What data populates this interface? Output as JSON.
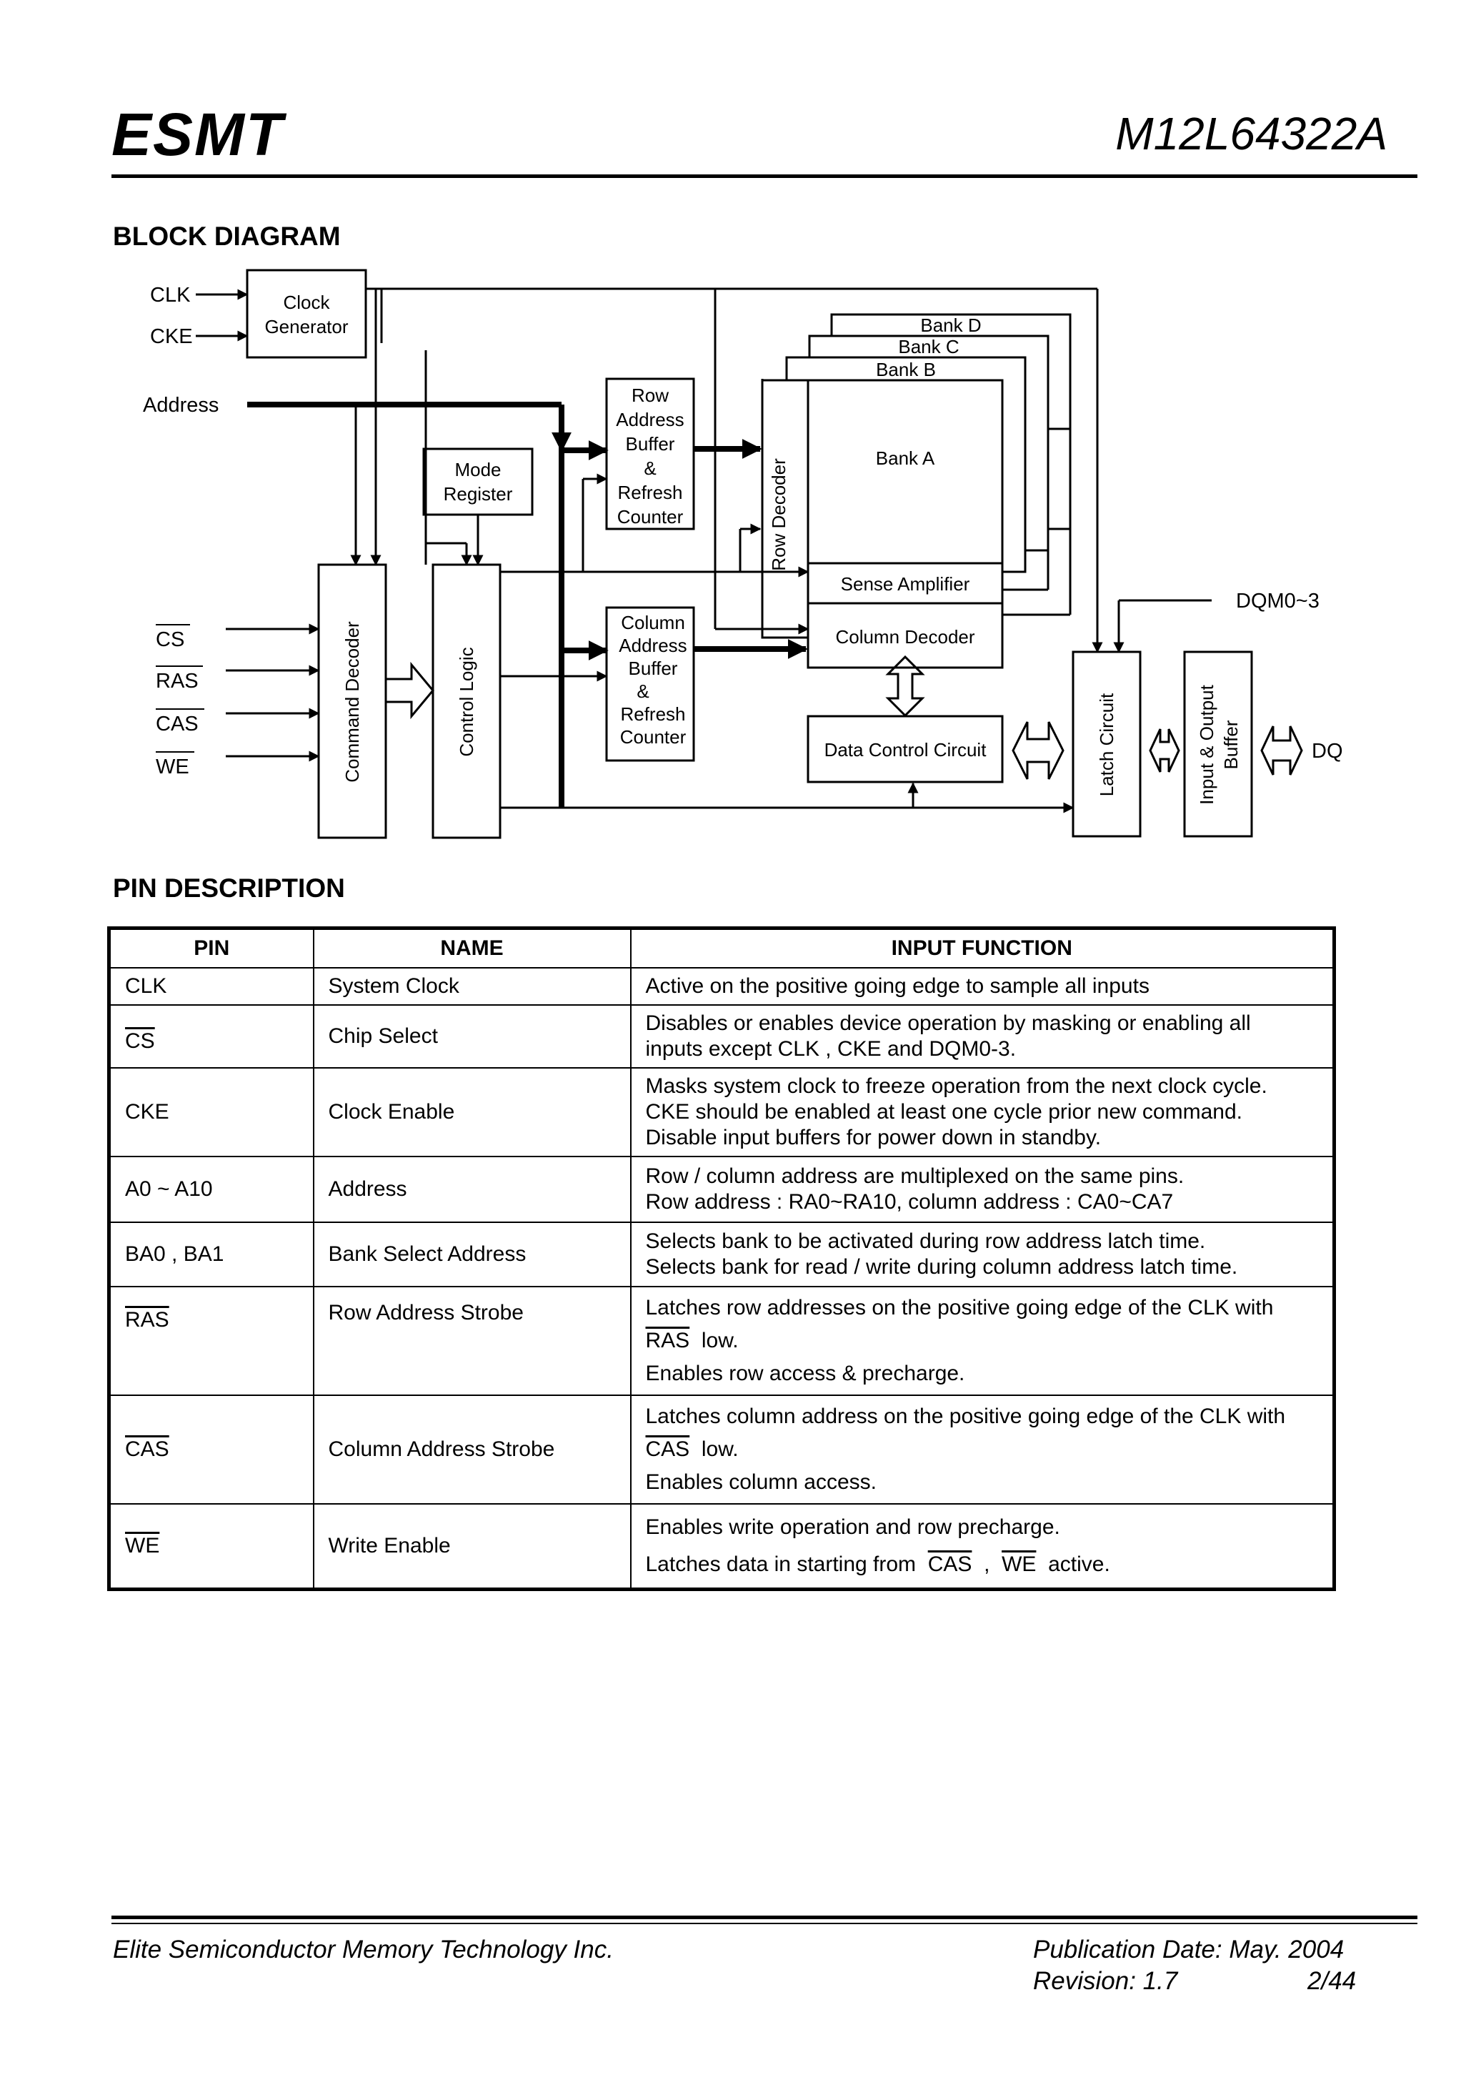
{
  "header": {
    "brand": "ESMT",
    "part_number": "M12L64322A"
  },
  "block_diagram": {
    "title": "BLOCK DIAGRAM",
    "inputs": {
      "clk": "CLK",
      "cke": "CKE",
      "address": "Address",
      "cs": "CS",
      "ras": "RAS",
      "cas": "CAS",
      "we": "WE"
    },
    "blocks": {
      "clock_generator": [
        "Clock",
        "Generator"
      ],
      "mode_register": [
        "Mode",
        "Register"
      ],
      "row_address_buffer": [
        "Row",
        "Address",
        "Buffer",
        "&",
        "Refresh",
        "Counter"
      ],
      "column_address_buffer": [
        "Column",
        "Address",
        "Buffer",
        "&",
        "Refresh",
        "Counter"
      ],
      "command_decoder": "Command Decoder",
      "control_logic": "Control Logic",
      "row_decoder": "Row Decoder",
      "bank_a": "Bank A",
      "bank_b": "Bank B",
      "bank_c": "Bank C",
      "bank_d": "Bank D",
      "sense_amplifier": "Sense Amplifier",
      "column_decoder": "Column Decoder",
      "data_control_circuit": "Data Control Circuit",
      "latch_circuit": "Latch Circuit",
      "io_buffer": [
        "Input & Output",
        "Buffer"
      ]
    },
    "signals": {
      "dqm": "DQM0~3",
      "dq": "DQ"
    }
  },
  "pin_description": {
    "title": "PIN DESCRIPTION",
    "headers": [
      "PIN",
      "NAME",
      "INPUT FUNCTION"
    ],
    "rows": [
      {
        "pin": "CLK",
        "name": "System Clock",
        "function": [
          "Active on the positive going edge to sample all inputs"
        ]
      },
      {
        "pin": "CS",
        "name": "Chip Select",
        "function": [
          "Disables or enables device operation by masking or enabling all",
          "inputs except CLK , CKE and DQM0-3."
        ]
      },
      {
        "pin": "CKE",
        "name": "Clock Enable",
        "function": [
          "Masks system clock to freeze operation from the next clock cycle.",
          "CKE should be enabled at least one cycle prior new command.",
          "Disable input buffers for power down in standby."
        ]
      },
      {
        "pin": "A0 ~ A10",
        "name": "Address",
        "function": [
          "Row / column address are multiplexed on the same pins.",
          "Row address : RA0~RA10, column address : CA0~CA7"
        ]
      },
      {
        "pin": "BA0 , BA1",
        "name": "Bank Select Address",
        "function": [
          "Selects bank to be activated during row address latch time.",
          "Selects bank for read / write during column address latch time."
        ]
      },
      {
        "pin": "RAS",
        "name": "Row Address Strobe",
        "function": [
          "Latches row addresses on the positive going edge of the CLK with",
          "RAS",
          "low.",
          "Enables row access & precharge."
        ]
      },
      {
        "pin": "CAS",
        "name": "Column Address Strobe",
        "function": [
          "Latches column address on the positive going edge of the CLK with",
          "CAS",
          "low.",
          "Enables column access."
        ]
      },
      {
        "pin": "WE",
        "name": "Write Enable",
        "function": [
          "Enables write operation and row precharge.",
          "Latches data in starting from",
          "CAS",
          ",",
          "WE",
          "active."
        ]
      }
    ]
  },
  "footer": {
    "company": "Elite Semiconductor Memory Technology Inc.",
    "publication_date": "Publication Date: May. 2004",
    "revision": "Revision: 1.7",
    "page": "2/44"
  }
}
